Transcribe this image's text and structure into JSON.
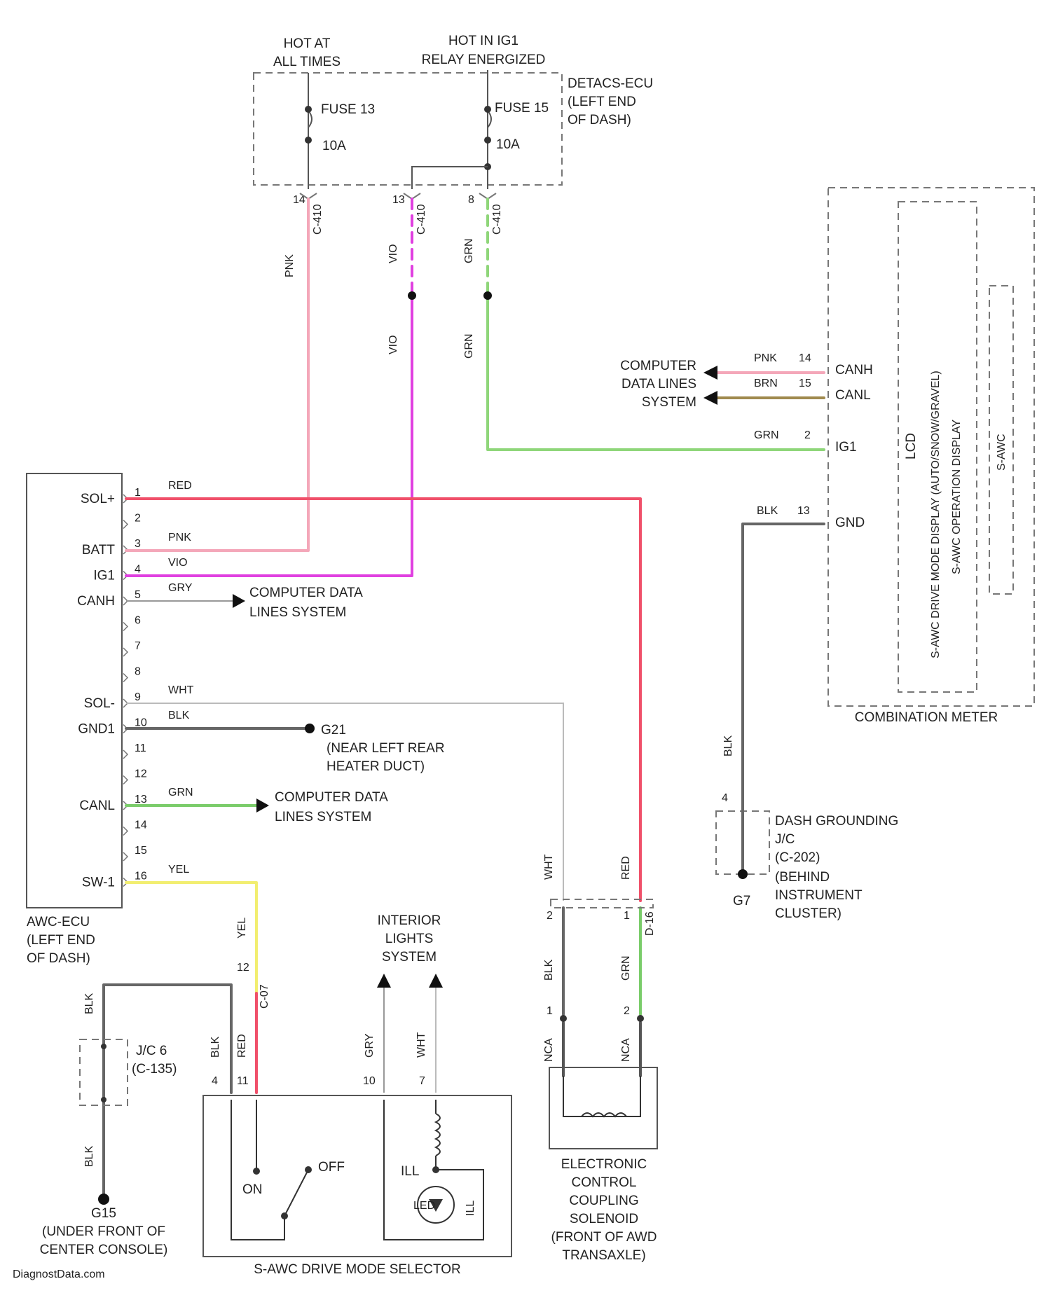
{
  "fuse_box": {
    "hot_at_all_times": [
      "HOT AT",
      "ALL TIMES"
    ],
    "hot_in_ig1": [
      "HOT IN IG1",
      "RELAY ENERGIZED"
    ],
    "fuse13": "FUSE 13",
    "fuse13_rating": "10A",
    "fuse15": "FUSE 15",
    "fuse15_rating": "10A",
    "ecu_label": [
      "DETACS-ECU",
      "(LEFT END",
      "OF DASH)"
    ],
    "pin_left": "14",
    "conn_left": "C-410",
    "pin_mid": "13",
    "conn_mid": "C-410",
    "pin_right": "8",
    "conn_right": "C-410"
  },
  "wires": {
    "pnk": "PNK",
    "vio": "VIO",
    "grn": "GRN",
    "red": "RED",
    "gry": "GRY",
    "wht": "WHT",
    "blk": "BLK",
    "brn": "BRN",
    "yel": "YEL"
  },
  "awc_ecu": {
    "label": [
      "AWC-ECU",
      "(LEFT END",
      "OF DASH)"
    ],
    "pins": [
      {
        "num": "1",
        "name": "SOL+"
      },
      {
        "num": "2",
        "name": ""
      },
      {
        "num": "3",
        "name": "BATT"
      },
      {
        "num": "4",
        "name": "IG1"
      },
      {
        "num": "5",
        "name": "CANH"
      },
      {
        "num": "6",
        "name": ""
      },
      {
        "num": "7",
        "name": ""
      },
      {
        "num": "8",
        "name": ""
      },
      {
        "num": "9",
        "name": "SOL-"
      },
      {
        "num": "10",
        "name": "GND1"
      },
      {
        "num": "11",
        "name": ""
      },
      {
        "num": "12",
        "name": ""
      },
      {
        "num": "13",
        "name": "CANL"
      },
      {
        "num": "14",
        "name": ""
      },
      {
        "num": "15",
        "name": ""
      },
      {
        "num": "16",
        "name": "SW-1"
      }
    ],
    "cdl_canh": [
      "COMPUTER DATA",
      "LINES SYSTEM"
    ],
    "cdl_canl": [
      "COMPUTER DATA",
      "LINES SYSTEM"
    ],
    "ground_id": "G21",
    "ground_loc": [
      "(NEAR LEFT REAR",
      "HEATER DUCT)"
    ]
  },
  "combo_meter": {
    "title": "COMBINATION METER",
    "cdl": [
      "COMPUTER",
      "DATA LINES",
      "SYSTEM"
    ],
    "pin_canh": "14",
    "name_canh": "CANH",
    "pin_canl": "15",
    "name_canl": "CANL",
    "pin_ig1": "2",
    "name_ig1": "IG1",
    "pin_gnd": "13",
    "name_gnd": "GND",
    "lcd": "LCD",
    "display": [
      "S-AWC DRIVE MODE DISPLAY (AUTO/SNOW/GRAVEL)",
      "S-AWC OPERATION DISPLAY"
    ],
    "display_2": "S-AWC"
  },
  "dash_ground": {
    "pin": "4",
    "label": [
      "DASH GROUNDING",
      "J/C",
      "(C-202)"
    ],
    "ground_id": "G7",
    "location": [
      "(BEHIND",
      "INSTRUMENT",
      "CLUSTER)"
    ]
  },
  "selector": {
    "title": "S-AWC DRIVE MODE SELECTOR",
    "conn": "C-07",
    "pin_yel": "12",
    "pin_blk": "4",
    "pin_red": "11",
    "pin_gry": "10",
    "pin_wht": "7",
    "on": "ON",
    "off": "OFF",
    "ill": "ILL",
    "led": "LED",
    "interior": [
      "INTERIOR",
      "LIGHTS",
      "SYSTEM"
    ]
  },
  "jc6": {
    "label": [
      "J/C 6",
      "(C-135)"
    ],
    "ground_id": "G15",
    "location": [
      "(UNDER FRONT OF",
      "CENTER CONSOLE)"
    ]
  },
  "solenoid": {
    "conn": "D-16",
    "pin_top_left": "2",
    "pin_top_right": "1",
    "pin_bot_left": "1",
    "pin_bot_right": "2",
    "nca": "NCA",
    "label": [
      "ELECTRONIC",
      "CONTROL",
      "COUPLING",
      "SOLENOID",
      "(FRONT OF AWD",
      "TRANSAXLE)"
    ]
  },
  "footer": "DiagnostData.com"
}
